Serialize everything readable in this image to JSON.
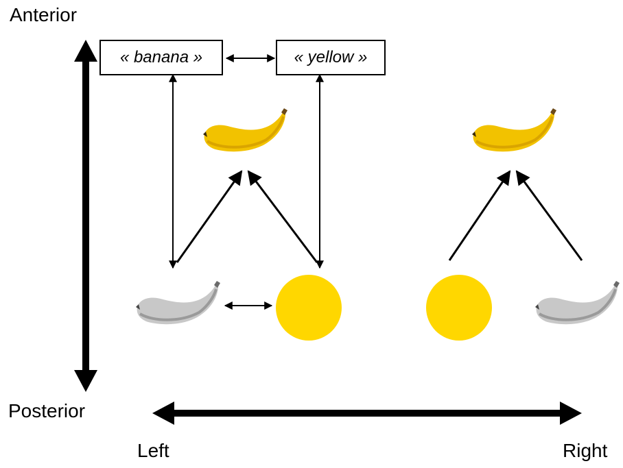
{
  "axes": {
    "anterior_label": "Anterior",
    "posterior_label": "Posterior",
    "left_label": "Left",
    "right_label": "Right"
  },
  "word_boxes": {
    "banana": "« banana »",
    "yellow": "« yellow »"
  },
  "colors": {
    "yellow_circle": "#FFD700",
    "banana_peel": "#F2C200",
    "banana_shadow": "#D9A400",
    "grey_banana": "#BFBFBF",
    "grey_banana_shadow": "#9A9A9A",
    "stem": "#6B4A1A",
    "line": "#000000"
  },
  "icons": {
    "color_banana": "colored-banana-icon",
    "grey_banana": "grayscale-banana-icon",
    "yellow_circle": "yellow-circle-icon"
  }
}
